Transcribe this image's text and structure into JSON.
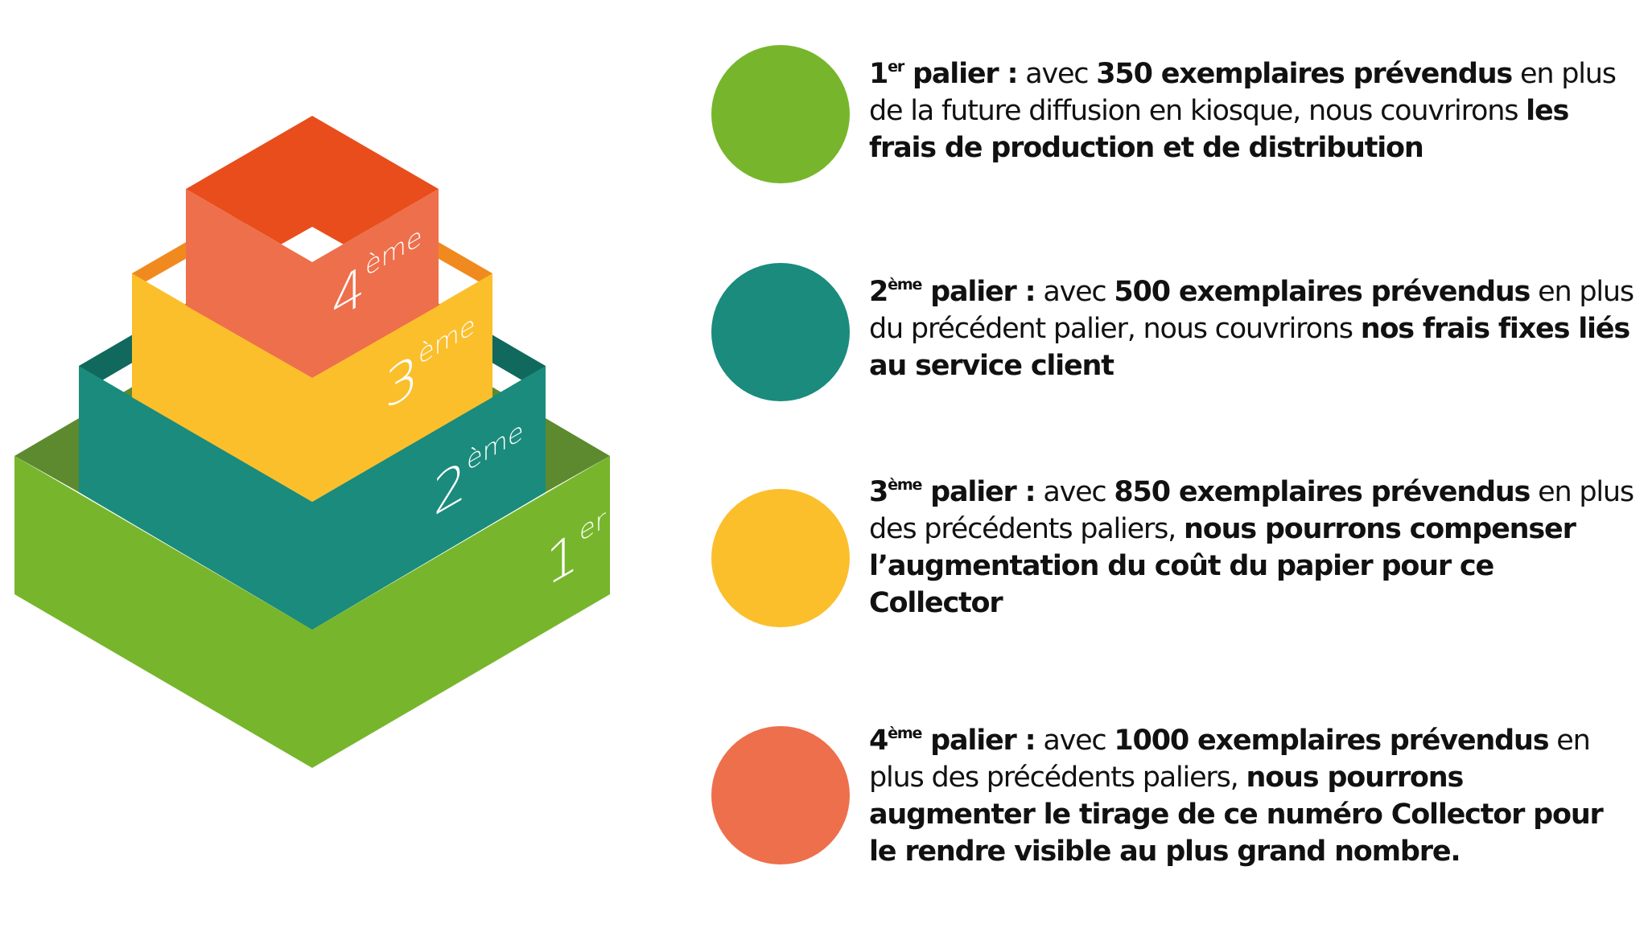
{
  "colors": {
    "green": "#77b62c",
    "green_dark": "#5e8a2f",
    "teal": "#1a8b7c",
    "teal_dark": "#10695c",
    "yellow": "#fbbf2c",
    "yellow_dark": "#f08a1e",
    "orange": "#ee6f4b",
    "orange_dark": "#e84d1b"
  },
  "pyramid": {
    "labels": {
      "tier1": {
        "num": "1",
        "sup": "er"
      },
      "tier2": {
        "num": "2",
        "sup": "ème"
      },
      "tier3": {
        "num": "3",
        "sup": "ème"
      },
      "tier4": {
        "num": "4",
        "sup": "ème"
      }
    }
  },
  "tiers": [
    {
      "num": "1",
      "sup": "er",
      "heading": "palier :",
      "intro": "avec",
      "count": "350 exemplaires prévendus",
      "middle": "en plus de la future diffusion en kiosque, nous couvrirons",
      "result": "les frais de production et de distribution"
    },
    {
      "num": "2",
      "sup": "ème",
      "heading": "palier :",
      "intro": "avec",
      "count": "500 exemplaires prévendus",
      "middle": "en plus du précédent palier, nous couvrirons",
      "result": "nos frais fixes liés au service client"
    },
    {
      "num": "3",
      "sup": "ème",
      "heading": "palier :",
      "intro": "avec",
      "count": "850 exemplaires prévendus",
      "middle": "en plus des précédents paliers,",
      "result": "nous pourrons compenser l’augmentation du coût du papier pour ce Collector"
    },
    {
      "num": "4",
      "sup": "ème",
      "heading": "palier :",
      "intro": "avec",
      "count": "1000 exemplaires prévendus",
      "middle": "en plus des précédents paliers,",
      "result": "nous pourrons augmenter le tirage de ce numéro Collector pour le rendre visible au plus grand nombre."
    }
  ]
}
